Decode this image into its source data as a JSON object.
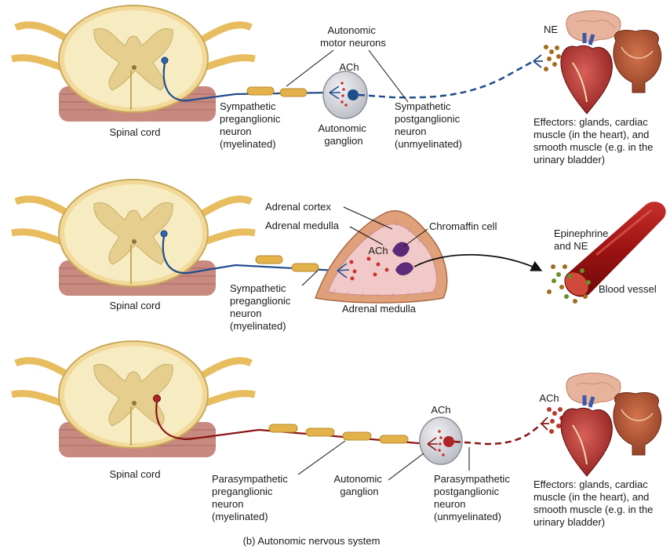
{
  "panels": [
    {
      "spinal_cord": "Spinal cord",
      "autonomic_motor_neurons": [
        "Autonomic",
        "motor neurons"
      ],
      "transmitter_ganglion": "ACh",
      "preganglionic": [
        "Sympathetic",
        "preganglionic",
        "neuron",
        "(myelinated)"
      ],
      "ganglion": [
        "Autonomic",
        "ganglion"
      ],
      "postganglionic": [
        "Sympathetic",
        "postganglionic",
        "neuron",
        "(unmyelinated)"
      ],
      "transmitter_effector": "NE",
      "effectors": [
        "Effectors: glands, cardiac",
        "muscle (in the heart), and",
        "smooth muscle (e.g. in the",
        "urinary bladder)"
      ]
    },
    {
      "spinal_cord": "Spinal cord",
      "adrenal_cortex": "Adrenal cortex",
      "adrenal_medulla_label": "Adrenal medulla",
      "transmitter_ganglion": "ACh",
      "chromaffin_cell": "Chromaffin cell",
      "preganglionic": [
        "Sympathetic",
        "preganglionic",
        "neuron",
        "(myelinated)"
      ],
      "adrenal_medulla_caption": "Adrenal medulla",
      "hormones": [
        "Epinephrine",
        "and NE"
      ],
      "blood_vessel": "Blood vessel"
    },
    {
      "spinal_cord": "Spinal cord",
      "transmitter_ganglion": "ACh",
      "preganglionic": [
        "Parasympathetic",
        "preganglionic",
        "neuron",
        "(myelinated)"
      ],
      "ganglion": [
        "Autonomic",
        "ganglion"
      ],
      "postganglionic": [
        "Parasympathetic",
        "postganglionic",
        "neuron",
        "(unmyelinated)"
      ],
      "transmitter_effector": "ACh",
      "effectors": [
        "Effectors: glands, cardiac",
        "muscle (in the heart), and",
        "smooth muscle (e.g. in the",
        "urinary bladder)"
      ]
    }
  ],
  "caption": "(b) Autonomic nervous system",
  "colors": {
    "sympathetic_neuron": "#1f4e8c",
    "parasympathetic_neuron": "#8b1414",
    "myelin": "#e3b24a",
    "white_matter": "#f7ebc2",
    "gray_matter": "#e6cf8e",
    "nerve": "#e7bd5f",
    "ganglion": "#dcdde2",
    "adrenal": "#e7a9ad",
    "blood_vessel": "#a31515"
  }
}
